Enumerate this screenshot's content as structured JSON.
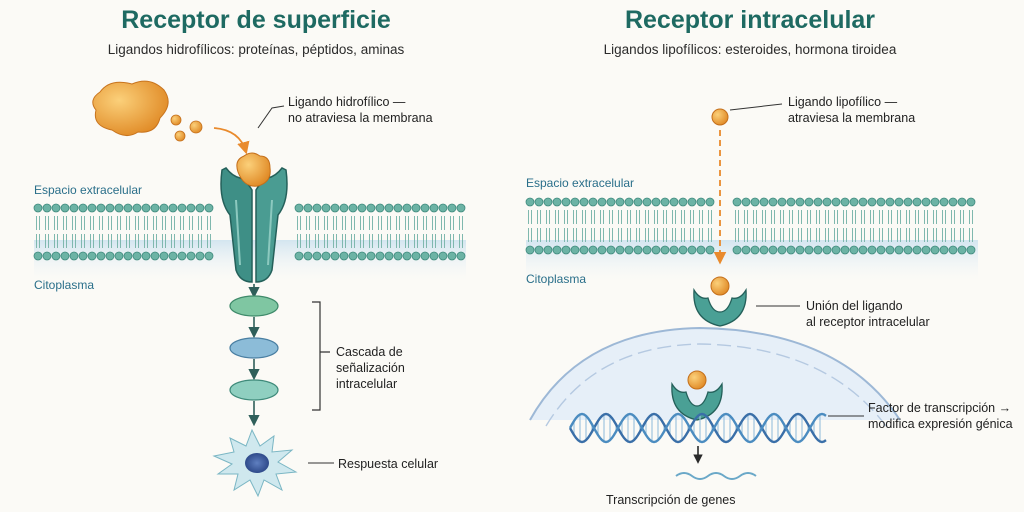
{
  "left_panel": {
    "title": "Receptor de superficie",
    "subtitle": "Ligandos hidrofílicos: proteínas, péptidos, aminas",
    "ligand_label_line1": "Ligando hidrofílico —",
    "ligand_label_line2": "no atraviesa la membrana",
    "extracellular": "Espacio extracelular",
    "cytoplasm": "Citoplasma",
    "cascade_line1": "Cascada de",
    "cascade_line2": "señalización",
    "cascade_line3": "intracelular",
    "response": "Respuesta celular"
  },
  "right_panel": {
    "title": "Receptor intracelular",
    "subtitle": "Ligandos lipofílicos: esteroides, hormona tiroidea",
    "ligand_label_line1": "Ligando lipofílico —",
    "ligand_label_line2": "atraviesa la membrana",
    "extracellular": "Espacio extracelular",
    "cytoplasm": "Citoplasma",
    "binding_line1": "Unión del ligando",
    "binding_line2": "al receptor intracelular",
    "tf_line1": "Factor de transcripción →",
    "tf_line2": "modifica expresión génica",
    "transcription": "Transcripción de genes"
  },
  "colors": {
    "title": "#1e6a62",
    "membrane": "#5aa89a",
    "receptor": "#3e8f86",
    "ligand": "#f0a843",
    "arrow": "#2f5f5a",
    "dash_arrow": "#e98a2c",
    "region_text": "#2a6f8a"
  }
}
